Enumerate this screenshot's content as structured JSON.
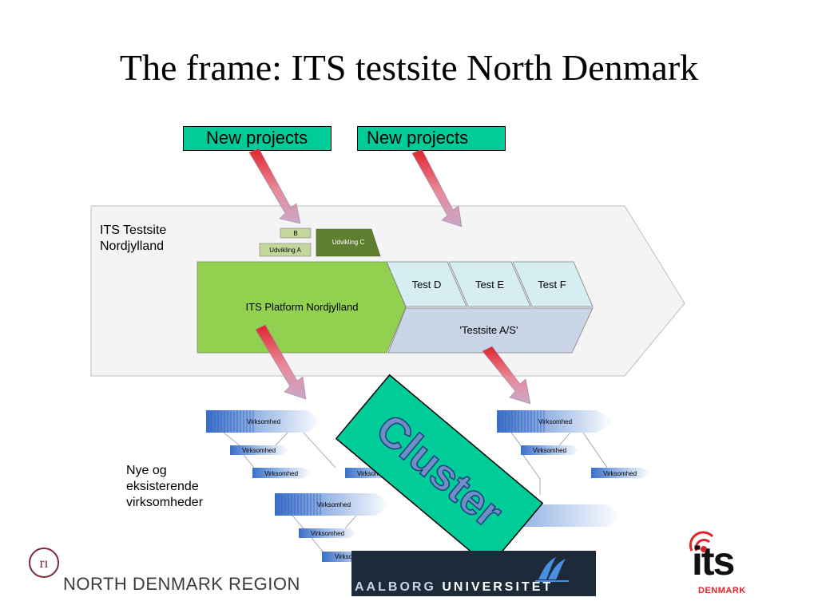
{
  "title": "The frame: ITS testsite North Denmark",
  "new_projects": [
    "New projects",
    "New projects"
  ],
  "testsite_label": [
    "ITS Testsite",
    "Nordjylland"
  ],
  "bars": {
    "b": "B",
    "udvikling_a": "Udvikling A",
    "udvikling_c": "Udvikling C"
  },
  "platform": "ITS Platform Nordjylland",
  "tests": [
    "Test D",
    "Test E",
    "Test F"
  ],
  "testsite_as": "'Testsite A/S'",
  "company_label": "Virksomhed",
  "companies_caption": [
    "Nye og",
    "eksisterende",
    "virksomheder"
  ],
  "cluster": "Cluster",
  "logos": {
    "ndr": "NORTH DENMARK REGION",
    "aau_a": "AALBORG",
    "aau_b": "UNIVERSITET",
    "its": "its",
    "its_sub": "DENMARK"
  },
  "colors": {
    "new_projects_box": "#00cc99",
    "platform": "#92d050",
    "platform_dark": "#5f7f30",
    "test_light": "#d6eef2",
    "testsite_as": "#c9d4e6",
    "cluster_box": "#00cc99",
    "cluster_text": "#5b7fb8",
    "arrow_red": "#e0242b"
  }
}
